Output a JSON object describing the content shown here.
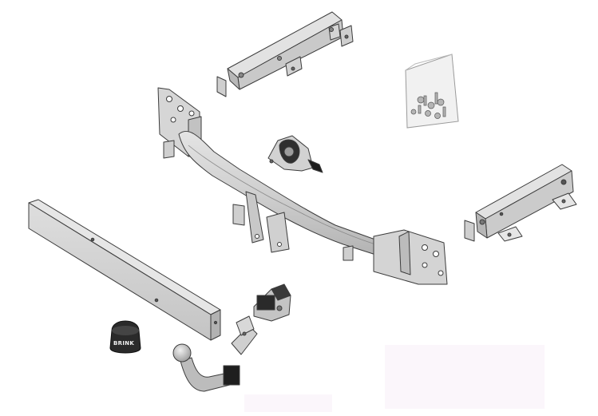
{
  "diagram": {
    "parts": [
      {
        "id": "upper-left-mounting-bracket"
      },
      {
        "id": "hardware-bag"
      },
      {
        "id": "main-crossbar"
      },
      {
        "id": "electrical-socket-bracket"
      },
      {
        "id": "right-side-mounting-bracket"
      },
      {
        "id": "bumper-reinforcement-beam"
      },
      {
        "id": "tow-ball-cover-cap",
        "label": "BRINK"
      },
      {
        "id": "detachable-tow-ball-neck"
      },
      {
        "id": "electrical-socket-plug"
      }
    ],
    "colors": {
      "metal": "#d2d2d2",
      "metal_dark": "#b4b4b4",
      "outline": "#3c3c3c",
      "cap": "#2a2a2a",
      "faint_overlay": "#fbf6fb"
    }
  }
}
